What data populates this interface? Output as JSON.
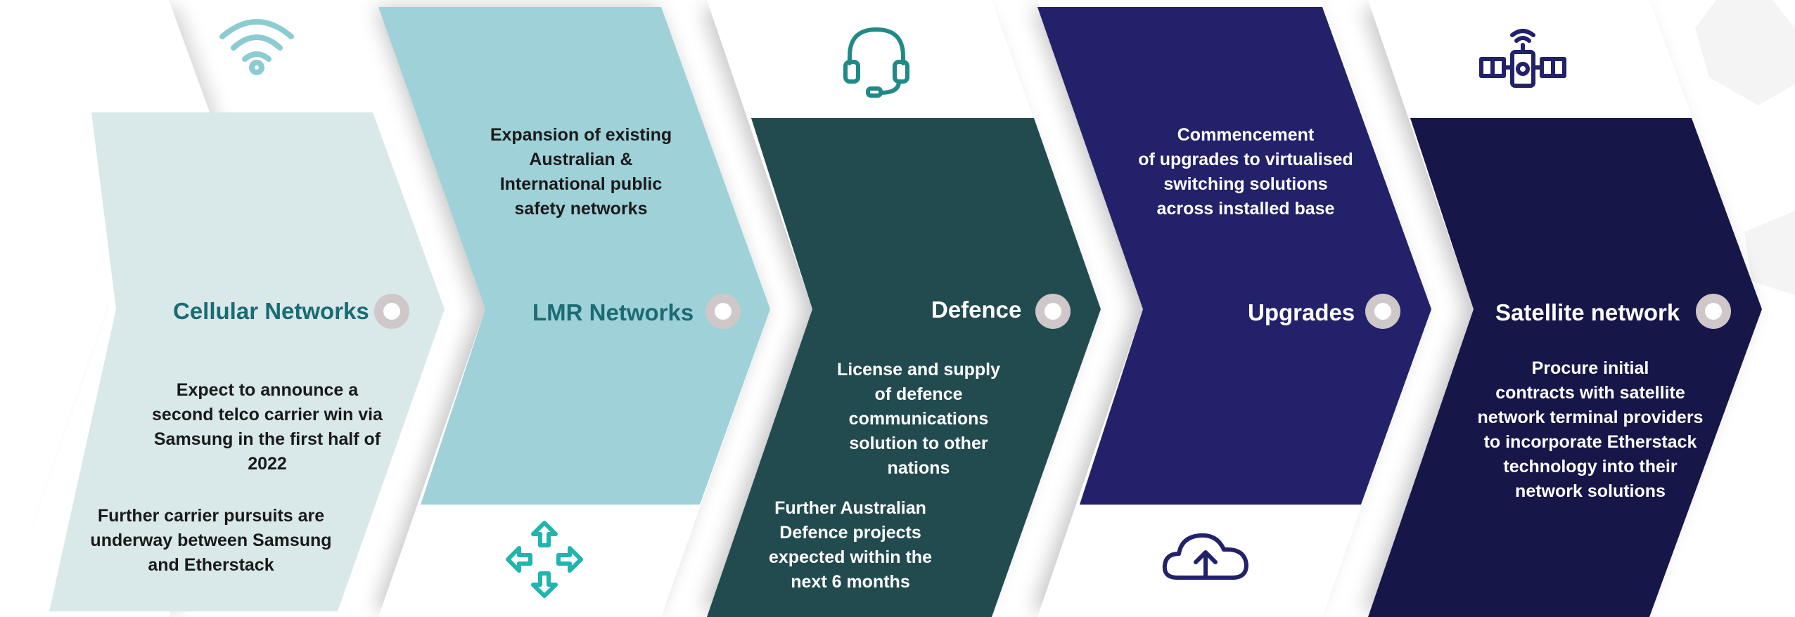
{
  "colors": {
    "stage1": "#d9e8e9",
    "stage2": "#9fd2d8",
    "stage3": "#224b4f",
    "stage4": "#22216a",
    "stage5": "#161649",
    "teal_text": "#1b6b73",
    "dark_text": "#1a1a1a",
    "white_text": "#ffffff",
    "wifi_icon": "#8ccbd2",
    "arrows_icon": "#20b5ae",
    "headset_icon": "#1f8a86",
    "cloud_icon": "#22216a",
    "satellite_icon": "#22216a"
  },
  "stages": [
    {
      "title": "Cellular Networks",
      "icon": "wifi-icon",
      "lower_text_1": [
        "Expect to announce a",
        "second telco carrier win via",
        "Samsung in the first half of",
        "2022"
      ],
      "lower_text_2": [
        "Further carrier pursuits are",
        "underway between Samsung",
        "and Etherstack"
      ]
    },
    {
      "title": "LMR Networks",
      "icon": "move-arrows-icon",
      "upper_text": [
        "Expansion of existing",
        "Australian &",
        "International public",
        "safety networks"
      ]
    },
    {
      "title": "Defence",
      "icon": "headset-icon",
      "lower_text_1": [
        "License and supply",
        "of defence",
        "communications",
        "solution to other",
        "nations"
      ],
      "lower_text_2": [
        "Further Australian",
        "Defence projects",
        "expected within the",
        "next 6 months"
      ]
    },
    {
      "title": "Upgrades",
      "icon": "cloud-upload-icon",
      "upper_text": [
        "Commencement",
        "of upgrades to virtualised",
        "switching solutions",
        "across installed base"
      ]
    },
    {
      "title": "Satellite network",
      "icon": "satellite-icon",
      "lower_text_1": [
        "Procure initial",
        "contracts with satellite",
        "network terminal providers",
        "to incorporate Etherstack",
        "technology into their",
        "network solutions"
      ]
    }
  ]
}
